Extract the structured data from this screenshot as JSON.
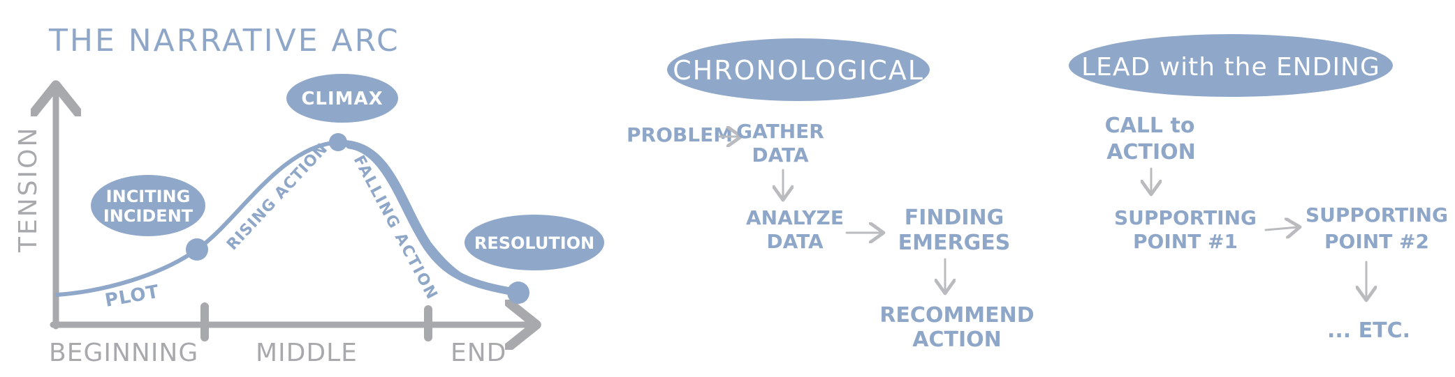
{
  "colors": {
    "blue": "#8fa7c8",
    "blue_text": "#8ea6c7",
    "gray": "#a7a9ac",
    "white": "#ffffff"
  },
  "arc": {
    "title": "THE NARRATIVE ARC",
    "y_axis_label": "TENSION",
    "x_labels": [
      "BEGINNING",
      "MIDDLE",
      "END"
    ],
    "inciting_incident": [
      "INCITING",
      "INCIDENT"
    ],
    "climax": "CLIMAX",
    "resolution": "RESOLUTION",
    "plot": "PLOT",
    "rising_action": "RISING ACTION",
    "falling_action": "FALLING ACTION"
  },
  "chronological": {
    "title": "CHRONOLOGICAL",
    "problem": "PROBLEM",
    "gather_data": [
      "GATHER",
      "DATA"
    ],
    "analyze_data": [
      "ANALYZE",
      "DATA"
    ],
    "finding_emerges": [
      "FINDING",
      "EMERGES"
    ],
    "recommend_action": [
      "RECOMMEND",
      "ACTION"
    ]
  },
  "lead_with_ending": {
    "title": "LEAD with the ENDING",
    "call_to_action": [
      "CALL to",
      "ACTION"
    ],
    "supporting_point_1": [
      "SUPPORTING",
      "POINT #1"
    ],
    "supporting_point_2": [
      "SUPPORTING",
      "POINT #2"
    ],
    "etc": "... ETC."
  }
}
